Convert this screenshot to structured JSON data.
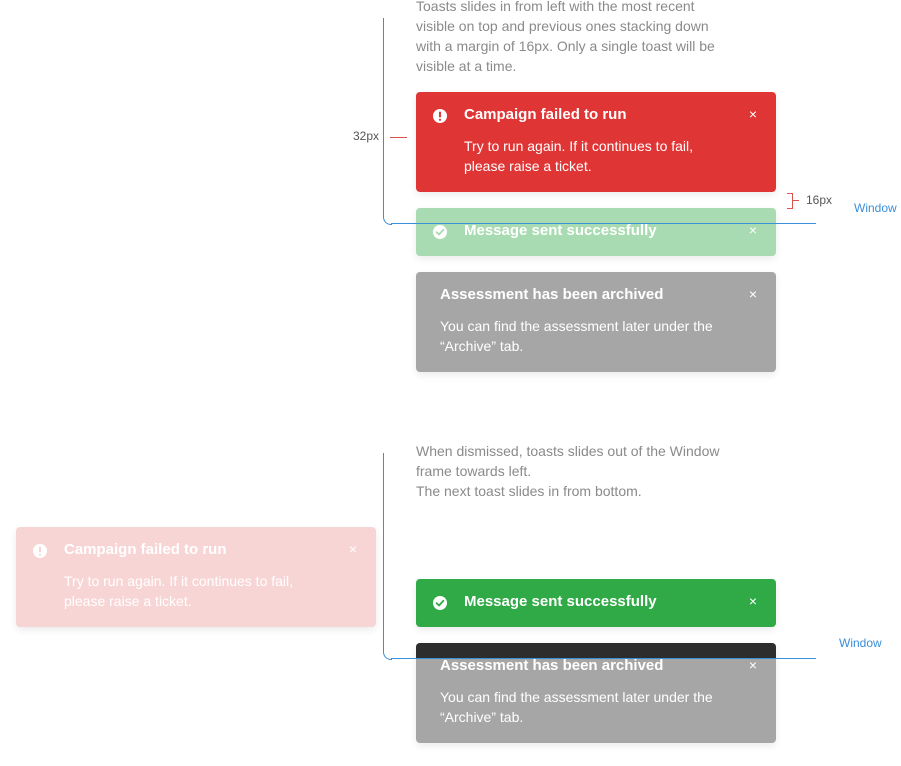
{
  "top_section": {
    "description": [
      "Toasts slides in from left with the most recent",
      "visible on top and previous ones stacking down",
      "with a margin of 16px. Only a single toast will be",
      "visible at a time."
    ],
    "margin_left_label": "32px",
    "gap_label": "16px",
    "window_label": "Window",
    "toasts": {
      "error": {
        "title": "Campaign failed to run",
        "body": [
          "Try to run again. If it continues to fail,",
          "please raise a ticket."
        ],
        "close": "×"
      },
      "success": {
        "title": "Message sent successfully",
        "close": "×"
      },
      "archived": {
        "title": "Assessment has been archived",
        "body": [
          "You can find the assessment later under the",
          "“Archive” tab."
        ],
        "close": "×"
      }
    }
  },
  "bottom_section": {
    "description": [
      "When dismissed, toasts slides out of the Window",
      "frame towards left.",
      "The next toast slides in from bottom."
    ],
    "window_label": "Window",
    "toasts": {
      "error_dismissed": {
        "title": "Campaign failed to run",
        "body": [
          "Try to run again. If it continues to fail,",
          "please raise a ticket."
        ],
        "close": "×"
      },
      "success": {
        "title": "Message sent successfully",
        "close": "×"
      },
      "archived": {
        "title": "Assessment has been archived",
        "body": [
          "You can find the assessment later under the",
          "“Archive” tab."
        ],
        "close": "×"
      }
    }
  },
  "colors": {
    "error": "#e03535",
    "success": "#2faa46",
    "neutral": "#a6a6a6",
    "window_frame": "#3a8fd9",
    "measure": "#d9534f"
  },
  "icons": {
    "error": "exclamation-circle-icon",
    "success": "check-circle-icon",
    "close": "close-icon"
  }
}
